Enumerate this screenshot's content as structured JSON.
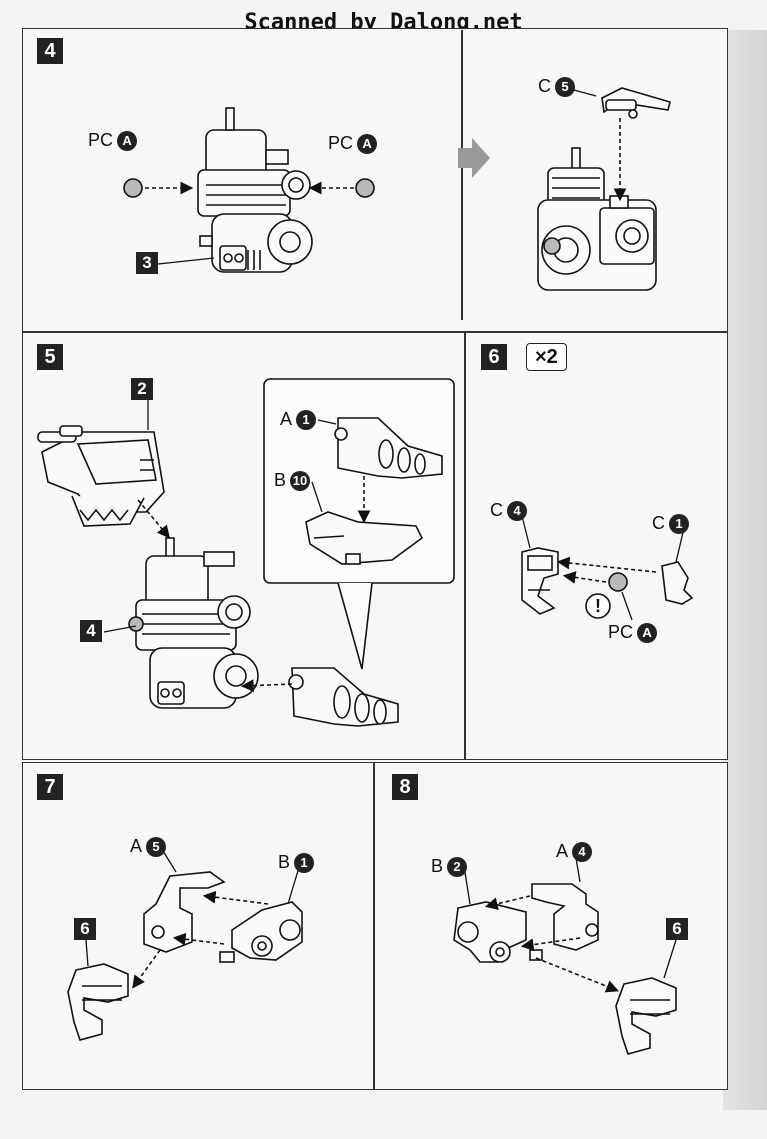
{
  "watermark": "Scanned by Dalong.net",
  "steps": {
    "s4": {
      "num": "4",
      "pc_left": "PC",
      "pc_left_part": "A",
      "pc_right": "PC",
      "pc_right_part": "A",
      "sub": "3",
      "c_label": "C",
      "c_part": "5"
    },
    "s5": {
      "num": "5",
      "sub_top": "2",
      "sub_left": "4",
      "a_label": "A",
      "a_part": "1",
      "b_label": "B",
      "b_part": "10"
    },
    "s6": {
      "num": "6",
      "multiplier": "×2",
      "c4_label": "C",
      "c4_part": "4",
      "c1_label": "C",
      "c1_part": "1",
      "pc_label": "PC",
      "pc_part": "A",
      "caution": "!"
    },
    "s7": {
      "num": "7",
      "a_label": "A",
      "a_part": "5",
      "b_label": "B",
      "b_part": "1",
      "sub": "6"
    },
    "s8": {
      "num": "8",
      "b_label": "B",
      "b_part": "2",
      "a_label": "A",
      "a_part": "4",
      "sub": "6"
    }
  }
}
